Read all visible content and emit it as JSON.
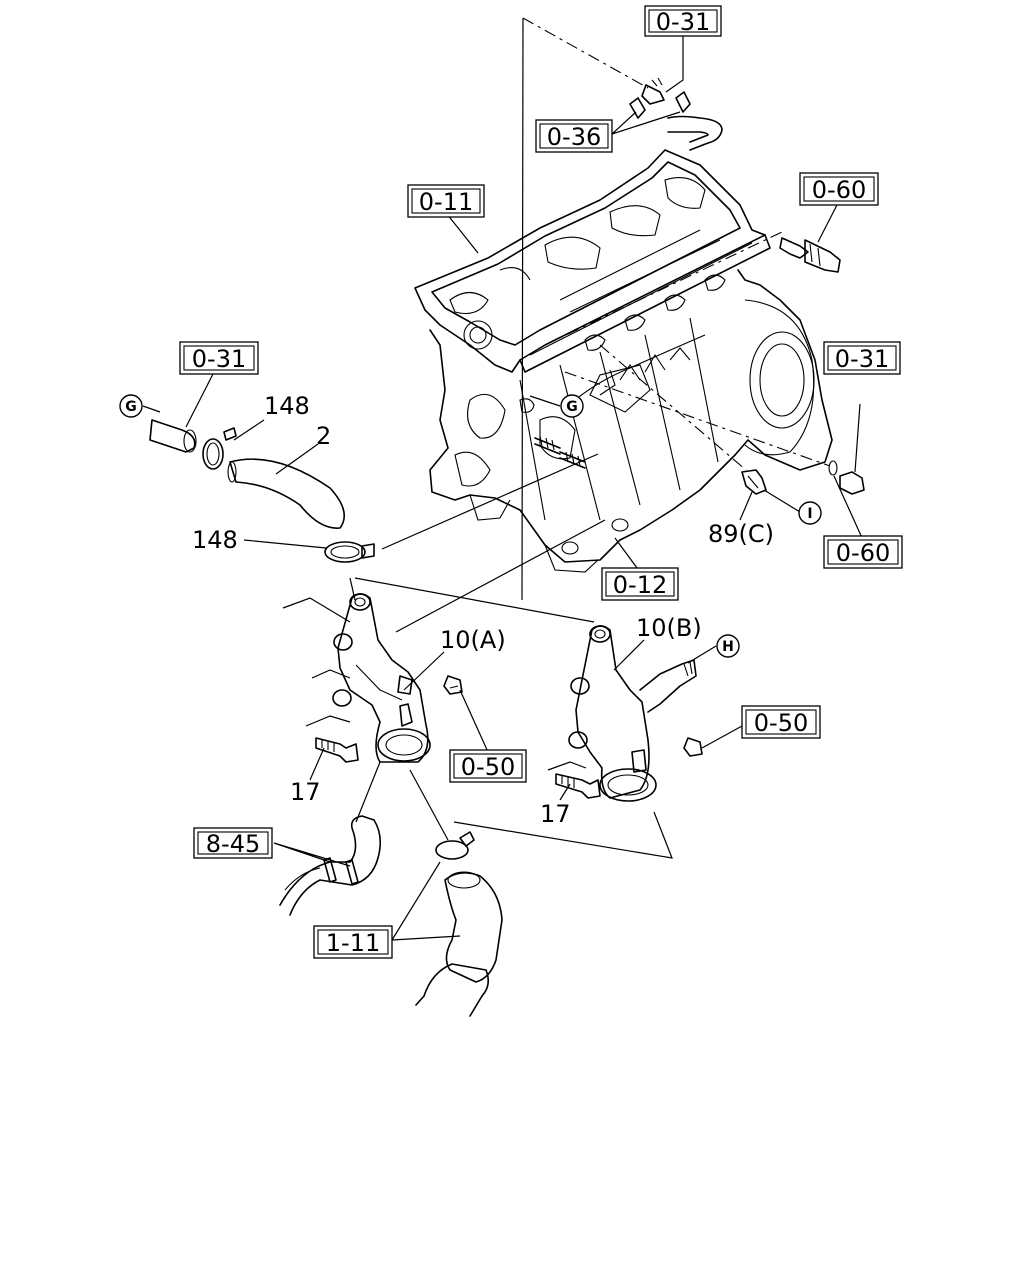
{
  "diagram": {
    "refs": {
      "r031_top": "0-31",
      "r036": "0-36",
      "r060_top": "0-60",
      "r011": "0-11",
      "r031_left": "0-31",
      "r031_right": "0-31",
      "r060_right": "0-60",
      "r012": "0-12",
      "r050_a": "0-50",
      "r050_b": "0-50",
      "r845": "8-45",
      "r111": "1-11"
    },
    "parts": {
      "p148_top": "148",
      "p2": "2",
      "p148_left": "148",
      "p89c": "89(C)",
      "p10a": "10(A)",
      "p10b": "10(B)",
      "p17_a": "17",
      "p17_b": "17"
    },
    "connectors": {
      "g_left": "G",
      "g_block": "G",
      "i": "I",
      "h": "H"
    }
  }
}
